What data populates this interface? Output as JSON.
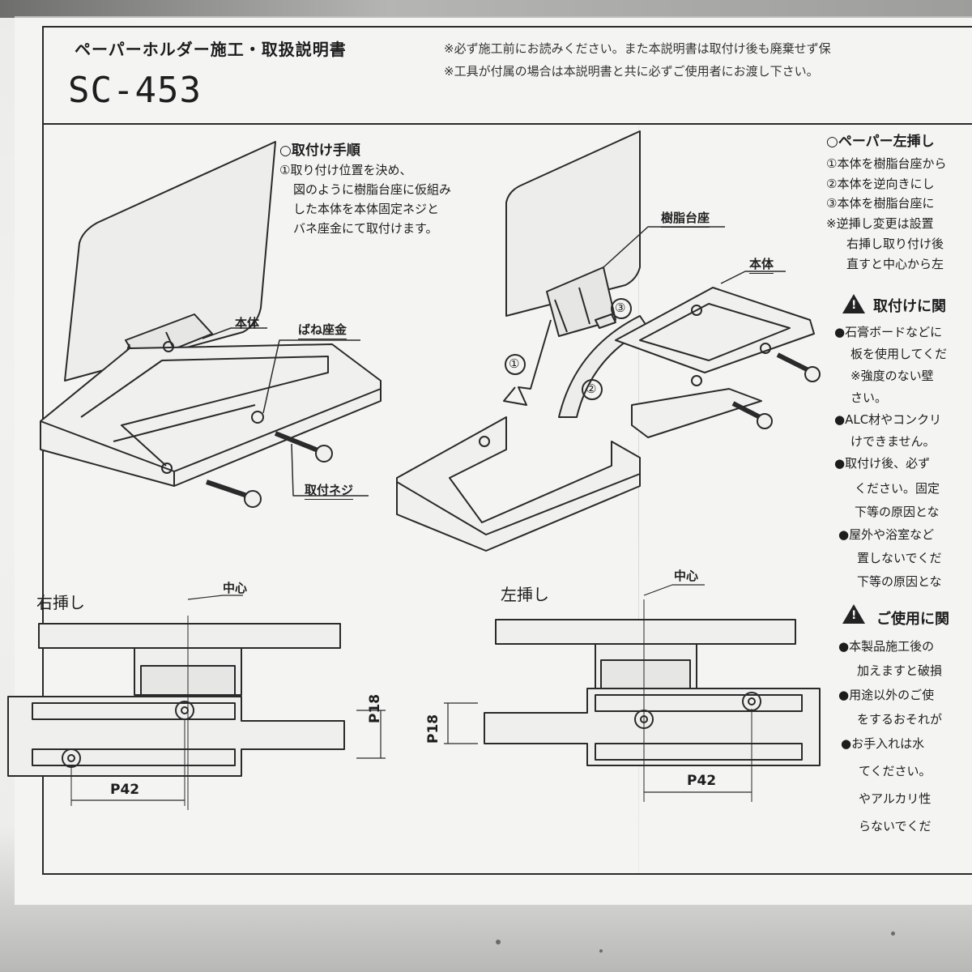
{
  "header": {
    "title": "ペーパーホルダー施工・取扱説明書",
    "model": "SC-453",
    "note1": "※必ず施工前にお読みください。また本説明書は取付け後も廃棄せず保",
    "note2": "※工具が付属の場合は本説明書と共に必ずご使用者にお渡し下さい。"
  },
  "install": {
    "title": "取付け手順",
    "lines": [
      "①取り付け位置を決め、",
      "図のように樹脂台座に仮組み",
      "した本体を本体固定ネジと",
      "バネ座金にて取付けます。"
    ]
  },
  "labels": {
    "body_left": "本体",
    "spring_washer": "ばね座金",
    "screw": "取付ネジ",
    "resin_base": "樹脂台座",
    "body_right": "本体",
    "step1": "①",
    "step2": "②",
    "step3": "③"
  },
  "bottom": {
    "right_insert": "右挿し",
    "left_insert": "左挿し",
    "center_left": "中心",
    "center_right": "中心",
    "p18_left": "P18",
    "p18_right": "P18",
    "p42_left": "P42",
    "p42_right": "P42"
  },
  "right_column": {
    "title": "ペーパー左挿し",
    "lines": [
      "①本体を樹脂台座から",
      "②本体を逆向きにし",
      "③本体を樹脂台座に",
      "※逆挿し変更は設置",
      "右挿し取り付け後",
      "直すと中心から左"
    ],
    "warning1": {
      "title": "取付けに関",
      "lines": [
        "●石膏ボードなどに",
        "板を使用してくだ",
        "※強度のない壁",
        "さい。",
        "●ALC材やコンクリ",
        "けできません。",
        "●取付け後、必ず",
        "ください。固定",
        "下等の原因とな",
        "●屋外や浴室など",
        "置しないでくだ",
        "下等の原因とな"
      ]
    },
    "warning2": {
      "title": "ご使用に関",
      "lines": [
        "●本製品施工後の",
        "加えますと破損",
        "●用途以外のご使",
        "をするおそれが",
        "●お手入れは水",
        "てください。",
        "やアルカリ性",
        "らないでくだ"
      ]
    }
  }
}
